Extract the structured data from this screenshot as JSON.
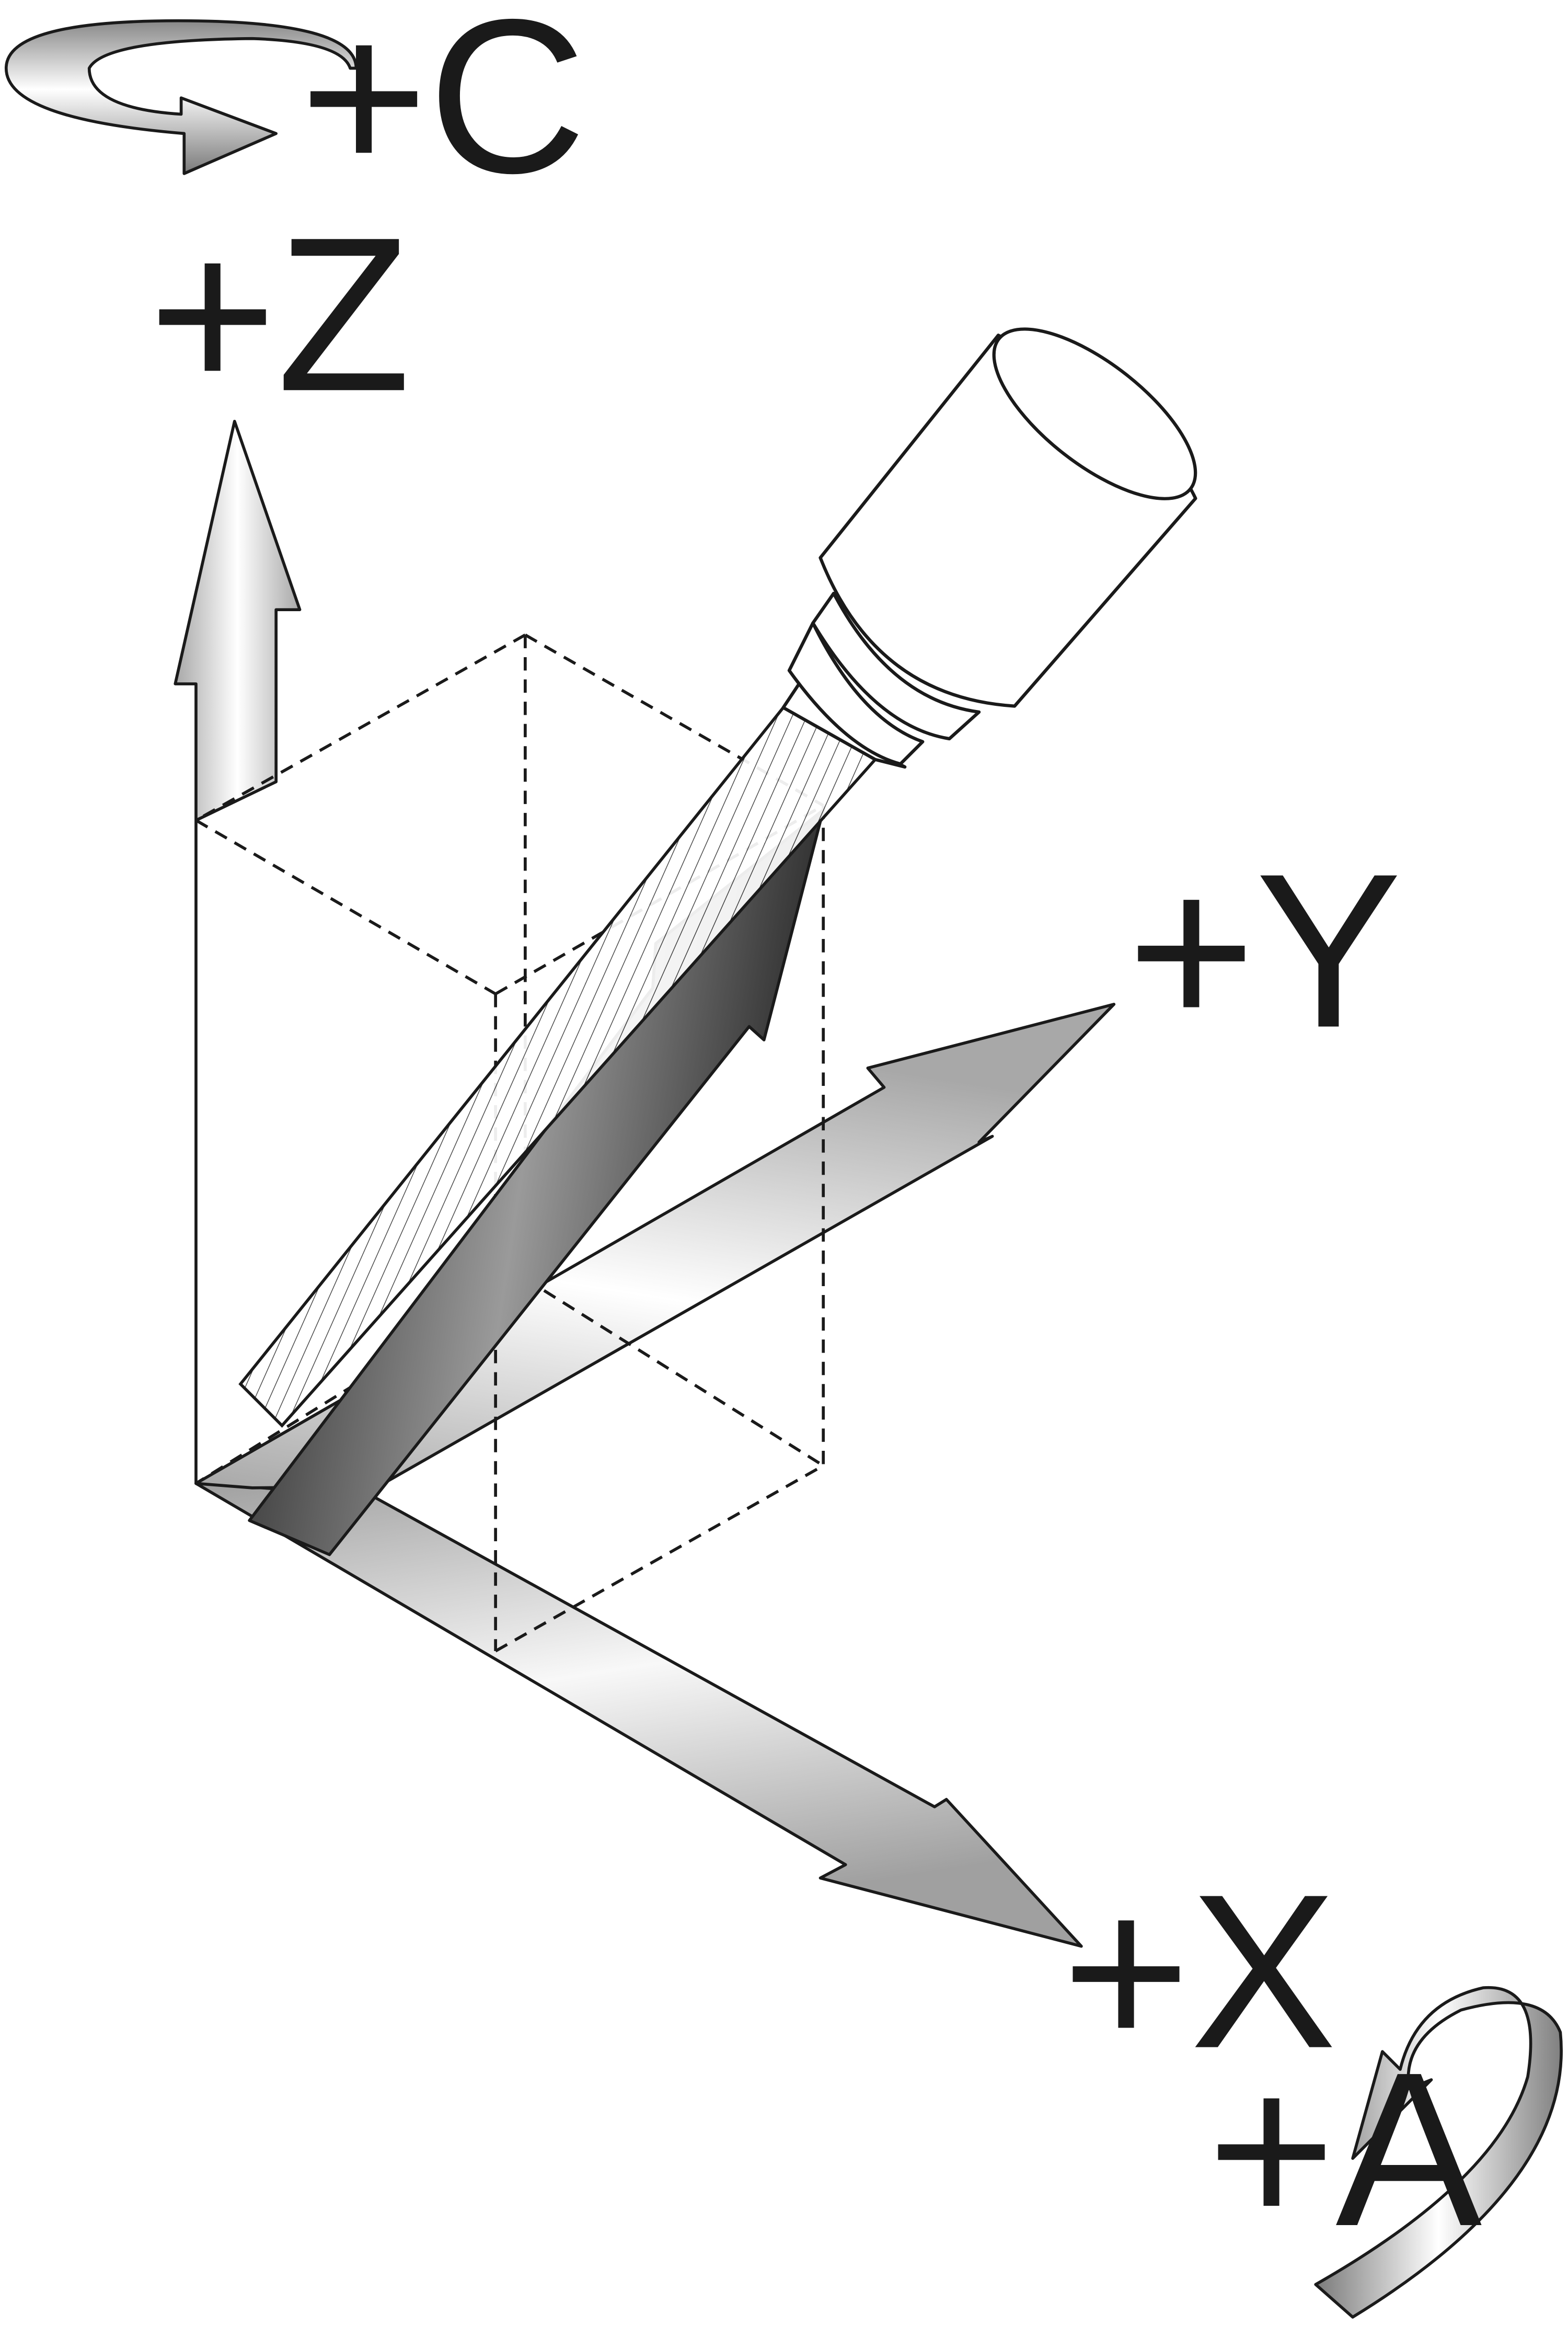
{
  "labels": {
    "c_rotation": "+C",
    "z_axis": "+Z",
    "y_axis": "+Y",
    "x_axis": "+X",
    "a_rotation": "+A"
  },
  "colors": {
    "stroke": "#1a1a1a",
    "arrow_light": "#f4f4f4",
    "arrow_mid": "#c8c8c8",
    "arrow_dark": "#3a3a3a",
    "background": "#ffffff"
  }
}
